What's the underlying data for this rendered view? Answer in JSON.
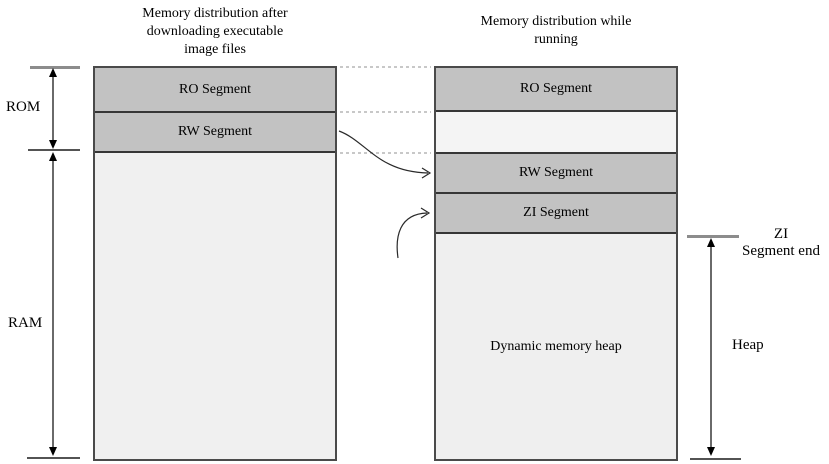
{
  "diagram": {
    "left_column": {
      "title": "Memory distribution after\ndownloading executable\nimage files",
      "segments": [
        {
          "label": "RO Segment"
        },
        {
          "label": "RW Segment"
        }
      ],
      "free_area_label": ""
    },
    "right_column": {
      "title": "Memory distribution while\nrunning",
      "segments": [
        {
          "label": "RO Segment"
        },
        {
          "label": ""
        },
        {
          "label": "RW Segment"
        },
        {
          "label": "ZI Segment"
        }
      ],
      "heap_label": "Dynamic memory heap"
    },
    "side_labels": {
      "rom": "ROM",
      "ram": "RAM",
      "zi_end": "ZI\nSegment end",
      "heap": "Heap"
    },
    "colors": {
      "segment_fill": "#c2c2c2",
      "empty_fill": "#f0f0f0",
      "gap_fill": "#f4f4f4",
      "box_border": "#4a4a4a",
      "divider": "#363636",
      "dashed_connector": "#b5b5b5",
      "tick_gray": "#8c8c8c",
      "arrow_black": "#1a1a1a"
    }
  }
}
